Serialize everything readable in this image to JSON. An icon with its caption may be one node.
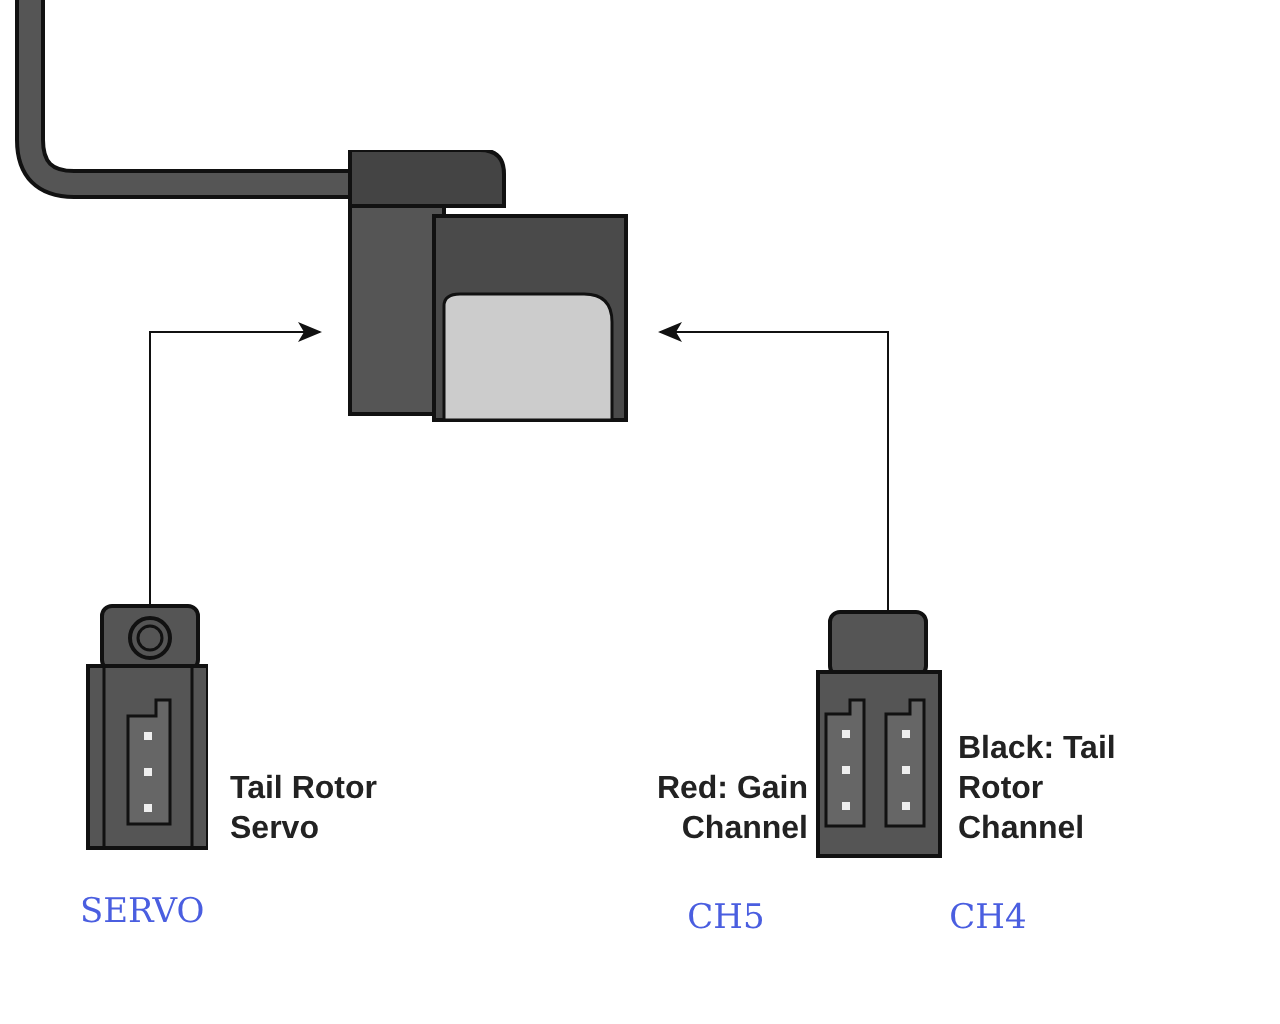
{
  "diagram": {
    "nodes": [
      {
        "text": [],
        "shape": "picture"
      },
      {
        "text": [],
        "shape": "picture",
        "beside": [
          "Tail Rotor Servo",
          "SERVO"
        ]
      },
      {
        "text": [],
        "shape": "picture",
        "beside": [
          "Red: Gain Channel",
          "Black: Tail Rotor Channel",
          "CH5",
          "CH4"
        ]
      }
    ],
    "edges": [
      {
        "from": 1,
        "to": 0,
        "arrow": "to"
      },
      {
        "from": 2,
        "to": 0,
        "arrow": "to"
      }
    ]
  }
}
